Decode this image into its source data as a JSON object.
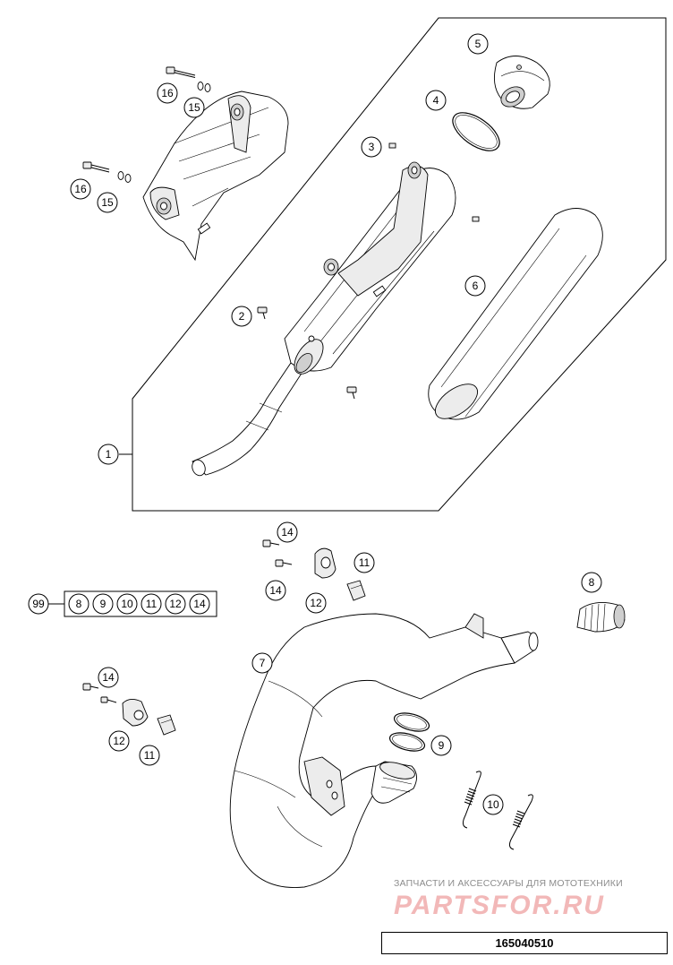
{
  "callouts": {
    "c1": "1",
    "c2": "2",
    "c3": "3",
    "c4": "4",
    "c5": "5",
    "c6": "6",
    "c7": "7",
    "c8": "8",
    "c9": "9",
    "c10": "10",
    "c11a": "11",
    "c11b": "11",
    "c12a": "12",
    "c12b": "12",
    "c14a": "14",
    "c14b": "14",
    "c14c": "14",
    "c15a": "15",
    "c15b": "15",
    "c16a": "16",
    "c16b": "16",
    "c99": "99"
  },
  "kit": {
    "number": "99",
    "contents": [
      "8",
      "9",
      "10",
      "11",
      "12",
      "14"
    ]
  },
  "watermark": {
    "line1": "ЗАПЧАСТИ И АКСЕССУАРЫ ДЛЯ МОТОТЕХНИКИ",
    "line2": "PARTSFOR.RU"
  },
  "document_number": "165040510"
}
